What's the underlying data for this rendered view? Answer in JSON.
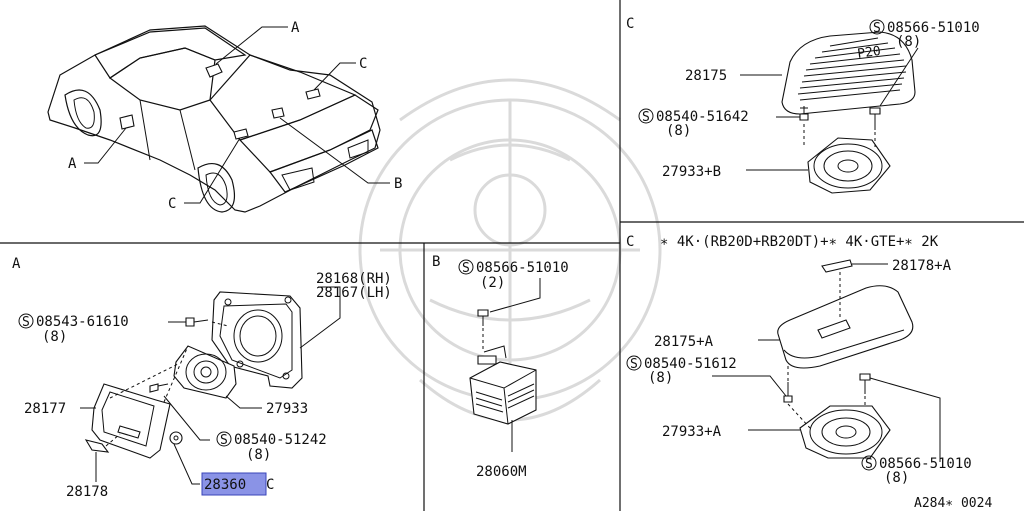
{
  "section_labels": {
    "top_left": "",
    "top_right": "C",
    "bottom_left": "A",
    "bottom_middle": "B",
    "bottom_right": "C"
  },
  "car_callouts": {
    "a_roof": "A",
    "a_door": "A",
    "c_deck": "C",
    "c_quarter": "C",
    "b_trunk": "B"
  },
  "panel_c_top": {
    "bolt_top": "08566-51010",
    "bolt_top_qty": "(8)",
    "cover": "28175",
    "cover_marking": "P20",
    "screw_left": "08540-51642",
    "screw_left_qty": "(8)",
    "speaker": "27933+B"
  },
  "panel_a": {
    "bracket_rh": "28168(RH)",
    "bracket_lh": "28167(LH)",
    "bolt": "08543-61610",
    "bolt_qty": "(8)",
    "speaker": "27933",
    "grille": "28177",
    "screw": "08540-51242",
    "screw_qty": "(8)",
    "clip": "28178",
    "highlighted_part": "28360",
    "highlighted_suffix": "C"
  },
  "panel_b": {
    "bolt": "08566-51010",
    "bolt_qty": "(2)",
    "amplifier": "28060M"
  },
  "panel_c_bottom": {
    "condition": "∗ 4K·(RB20D+RB20DT)+∗ 4K·GTE+∗ 2K",
    "badge": "28178+A",
    "cover": "28175+A",
    "screw": "08540-51612",
    "screw_qty": "(8)",
    "speaker": "27933+A",
    "bolt": "08566-51010",
    "bolt_qty": "(8)"
  },
  "footer_code": "A284∗ 0024",
  "colors": {
    "line": "#111111",
    "highlight": "#8a93e6",
    "watermark": "#d6d6d6"
  }
}
